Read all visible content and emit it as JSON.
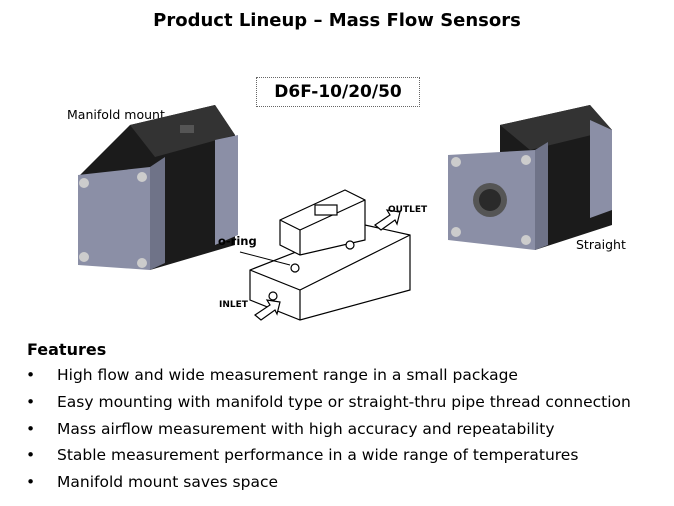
{
  "title": "Product Lineup – Mass Flow Sensors",
  "model": "D6F-10/20/50",
  "labels": {
    "manifold": "Manifold mount",
    "straight": "Straight"
  },
  "diagram": {
    "oring": "o-ring",
    "outlet": "OUTLET",
    "inlet": "INLET"
  },
  "features": {
    "heading": "Features",
    "items": [
      "High flow and wide measurement range in a small package",
      "Easy mounting with manifold type or straight-thru pipe thread connection",
      "Mass airflow measurement with high accuracy  and repeatability",
      "Stable measurement performance in a wide range of temperatures",
      "Manifold mount saves space"
    ]
  }
}
